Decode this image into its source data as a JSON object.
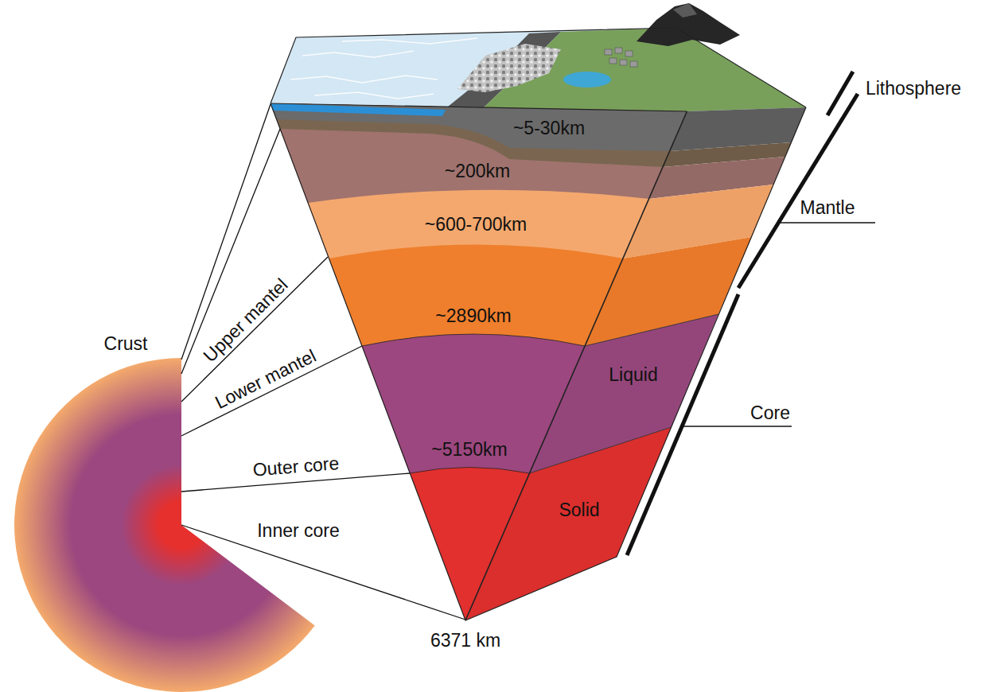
{
  "diagram": {
    "labels": [
      "Lithosphere",
      "~5-30km",
      "~200km",
      "Mantle",
      "~600-700km",
      "Upper mantel",
      "~2890km",
      "Lower mantel",
      "Crust",
      "Liquid",
      "Outer core",
      "~5150km",
      "Core",
      "Solid",
      "Inner core",
      "6371 km"
    ]
  }
}
